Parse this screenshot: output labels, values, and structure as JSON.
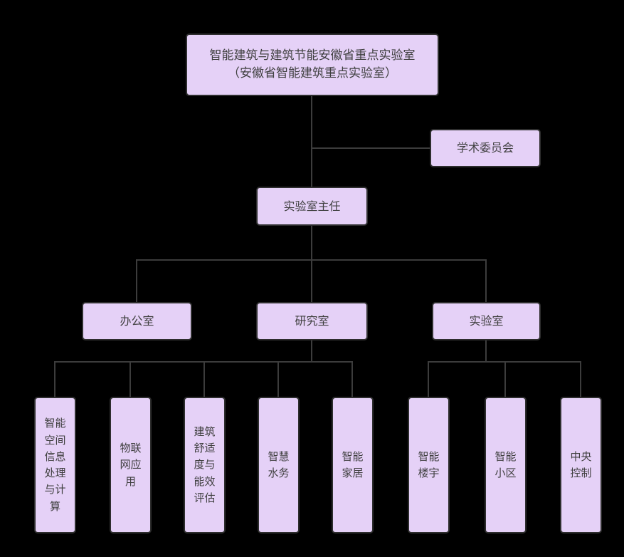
{
  "colors": {
    "background": "#000000",
    "node_fill": "#e5d1f7",
    "node_border": "#2e2e2e",
    "connector_line": "#3c3c3c",
    "text": "#404040"
  },
  "diagram": {
    "type": "org-chart",
    "root": {
      "line1": "智能建筑与建筑节能安徽省重点实验室",
      "line2": "（安徽省智能建筑重点实验室）"
    },
    "academic_committee": "学术委员会",
    "director": "实验室主任",
    "departments": {
      "office": "办公室",
      "research": "研究室",
      "lab": "实验室"
    },
    "research_children": [
      "智能空间信息处理与计算",
      "物联网应用",
      "建筑舒适度与能效评估",
      "智慧水务",
      "智能家居"
    ],
    "lab_children": [
      "智能楼宇",
      "智能小区",
      "中央控制"
    ],
    "hierarchy": {
      "智能建筑与建筑节能安徽省重点实验室（安徽省智能建筑重点实验室）": {
        "学术委员会": {},
        "实验室主任": {
          "办公室": {},
          "研究室": {
            "智能空间信息处理与计算": {},
            "物联网应用": {},
            "建筑舒适度与能效评估": {},
            "智慧水务": {},
            "智能家居": {}
          },
          "实验室": {
            "智能楼宇": {},
            "智能小区": {},
            "中央控制": {}
          }
        }
      }
    }
  }
}
